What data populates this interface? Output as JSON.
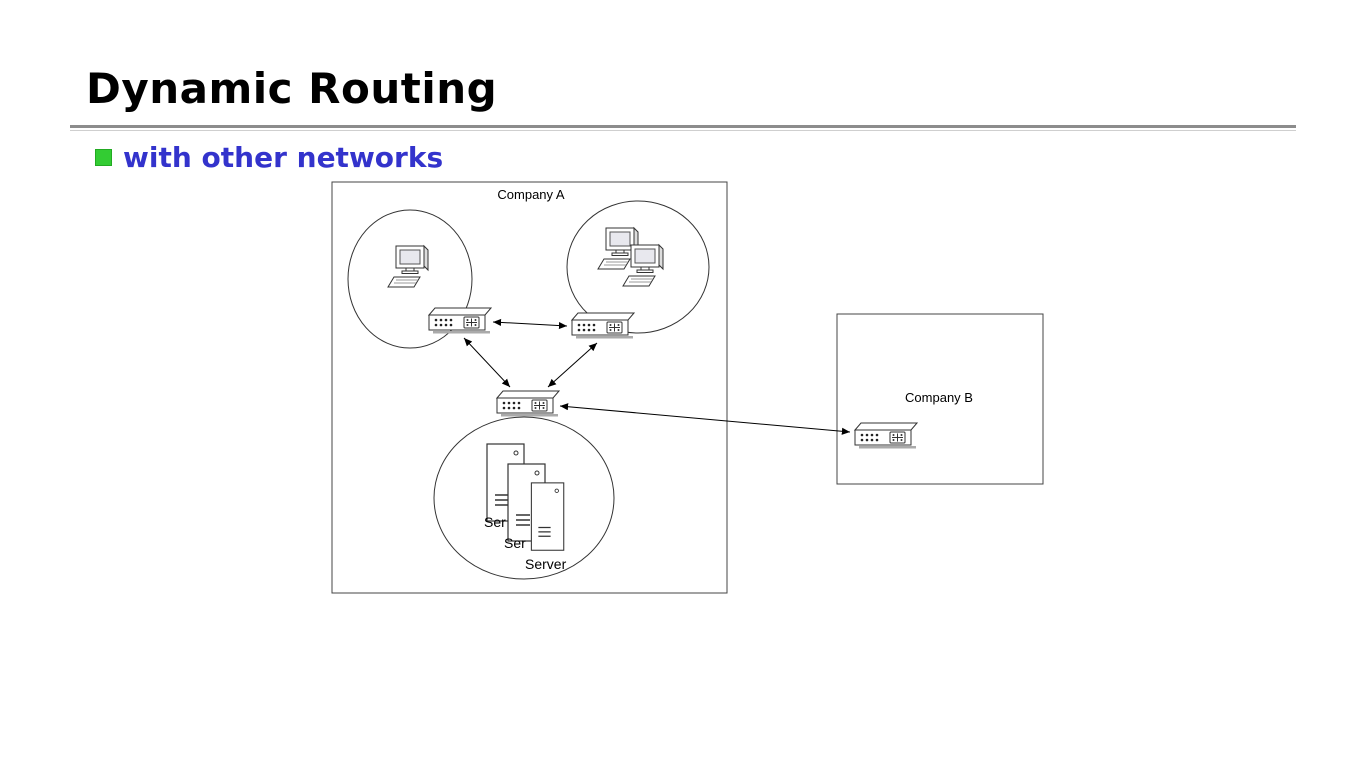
{
  "slide": {
    "title": "Dynamic Routing",
    "bullet": "with other networks"
  },
  "colors": {
    "title_text": "#000000",
    "bullet_square": "#33cc33",
    "bullet_text": "#3333cc",
    "divider_dark": "#8c8c8c",
    "divider_light": "#cfcfcf",
    "diagram_stroke": "#333333",
    "background": "#ffffff"
  },
  "diagram": {
    "company_a": {
      "label": "Company A"
    },
    "company_b": {
      "label": "Company B"
    },
    "server_labels": [
      "Ser",
      "Ser",
      "Server"
    ],
    "icon_names": [
      "router-icon",
      "computer-icon",
      "server-icon",
      "arrow-connector",
      "lan-ellipse"
    ]
  }
}
